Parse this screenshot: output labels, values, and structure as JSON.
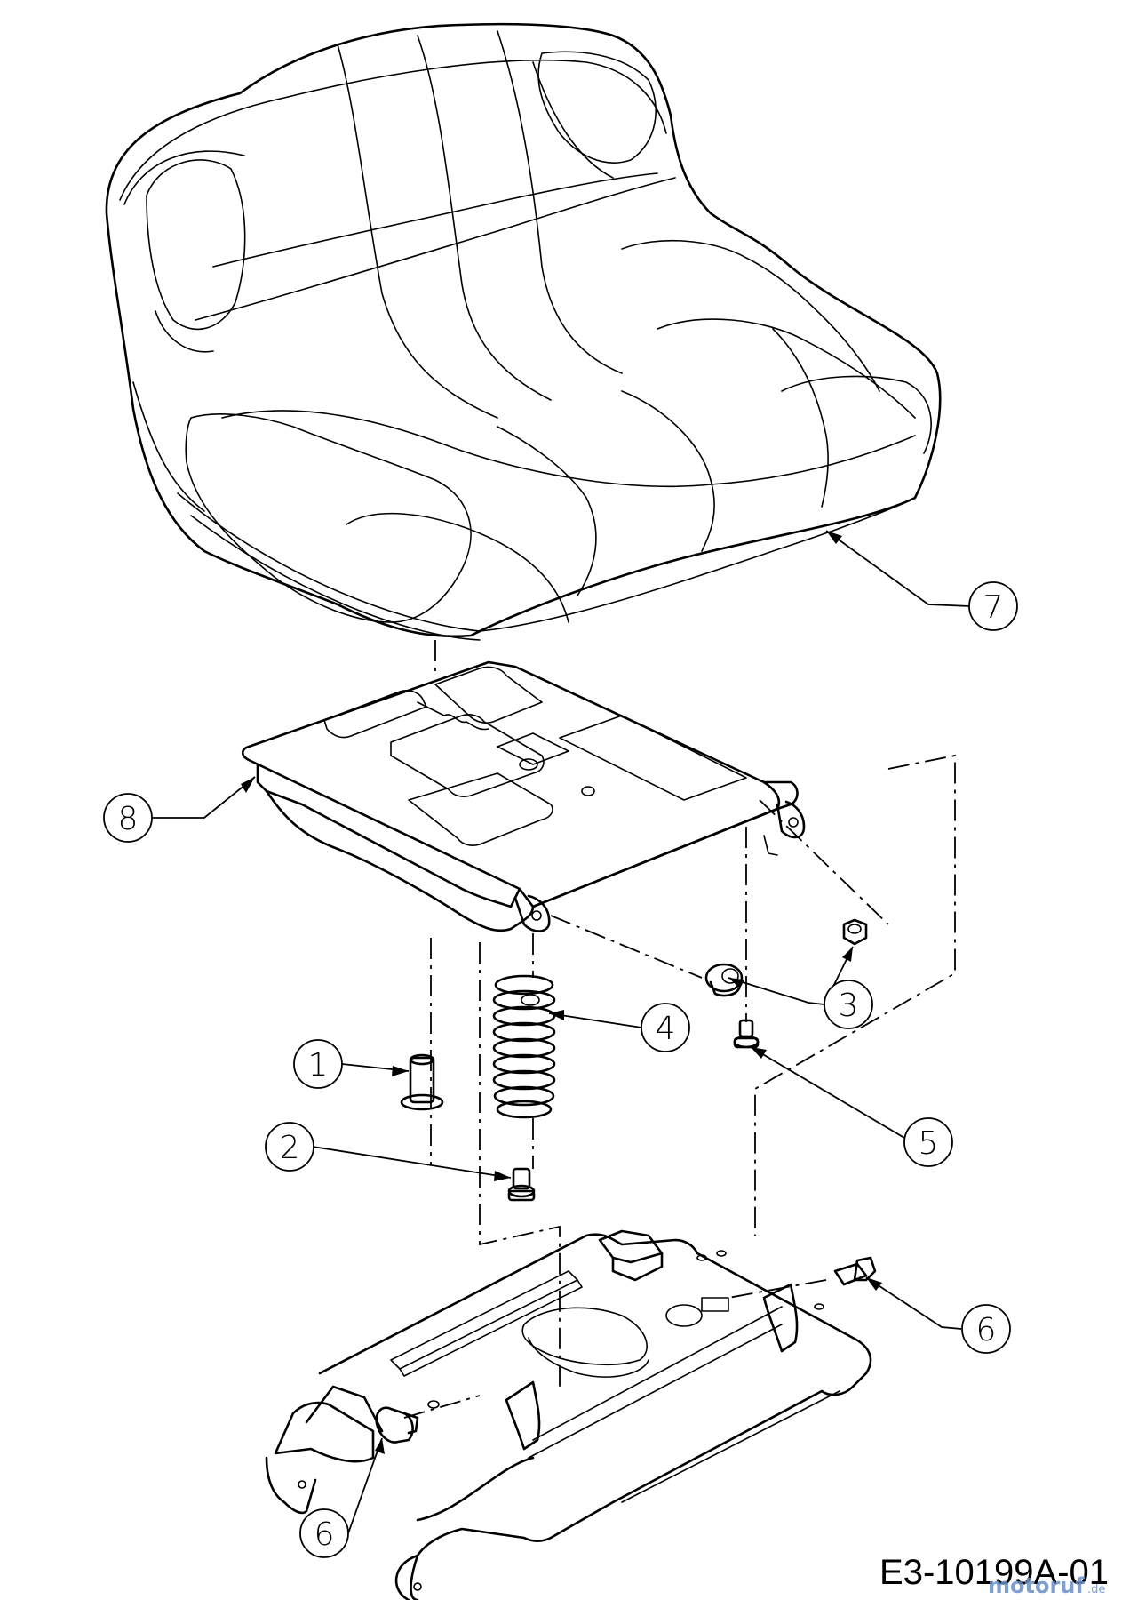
{
  "diagram": {
    "drawing_number": "E3-10199A-01",
    "watermark": {
      "brand": "motoruf",
      "suffix": ".de"
    },
    "callouts": [
      {
        "label": "1",
        "part": "pin"
      },
      {
        "label": "2",
        "part": "shoulder-bolt"
      },
      {
        "label": "3",
        "part": "nut-and-bushing"
      },
      {
        "label": "4",
        "part": "spring"
      },
      {
        "label": "5",
        "part": "shoulder-bolt"
      },
      {
        "label": "6",
        "part": "bolt-right"
      },
      {
        "label": "6",
        "part": "bolt-left"
      },
      {
        "label": "7",
        "part": "seat"
      },
      {
        "label": "8",
        "part": "seat-pan"
      }
    ]
  }
}
